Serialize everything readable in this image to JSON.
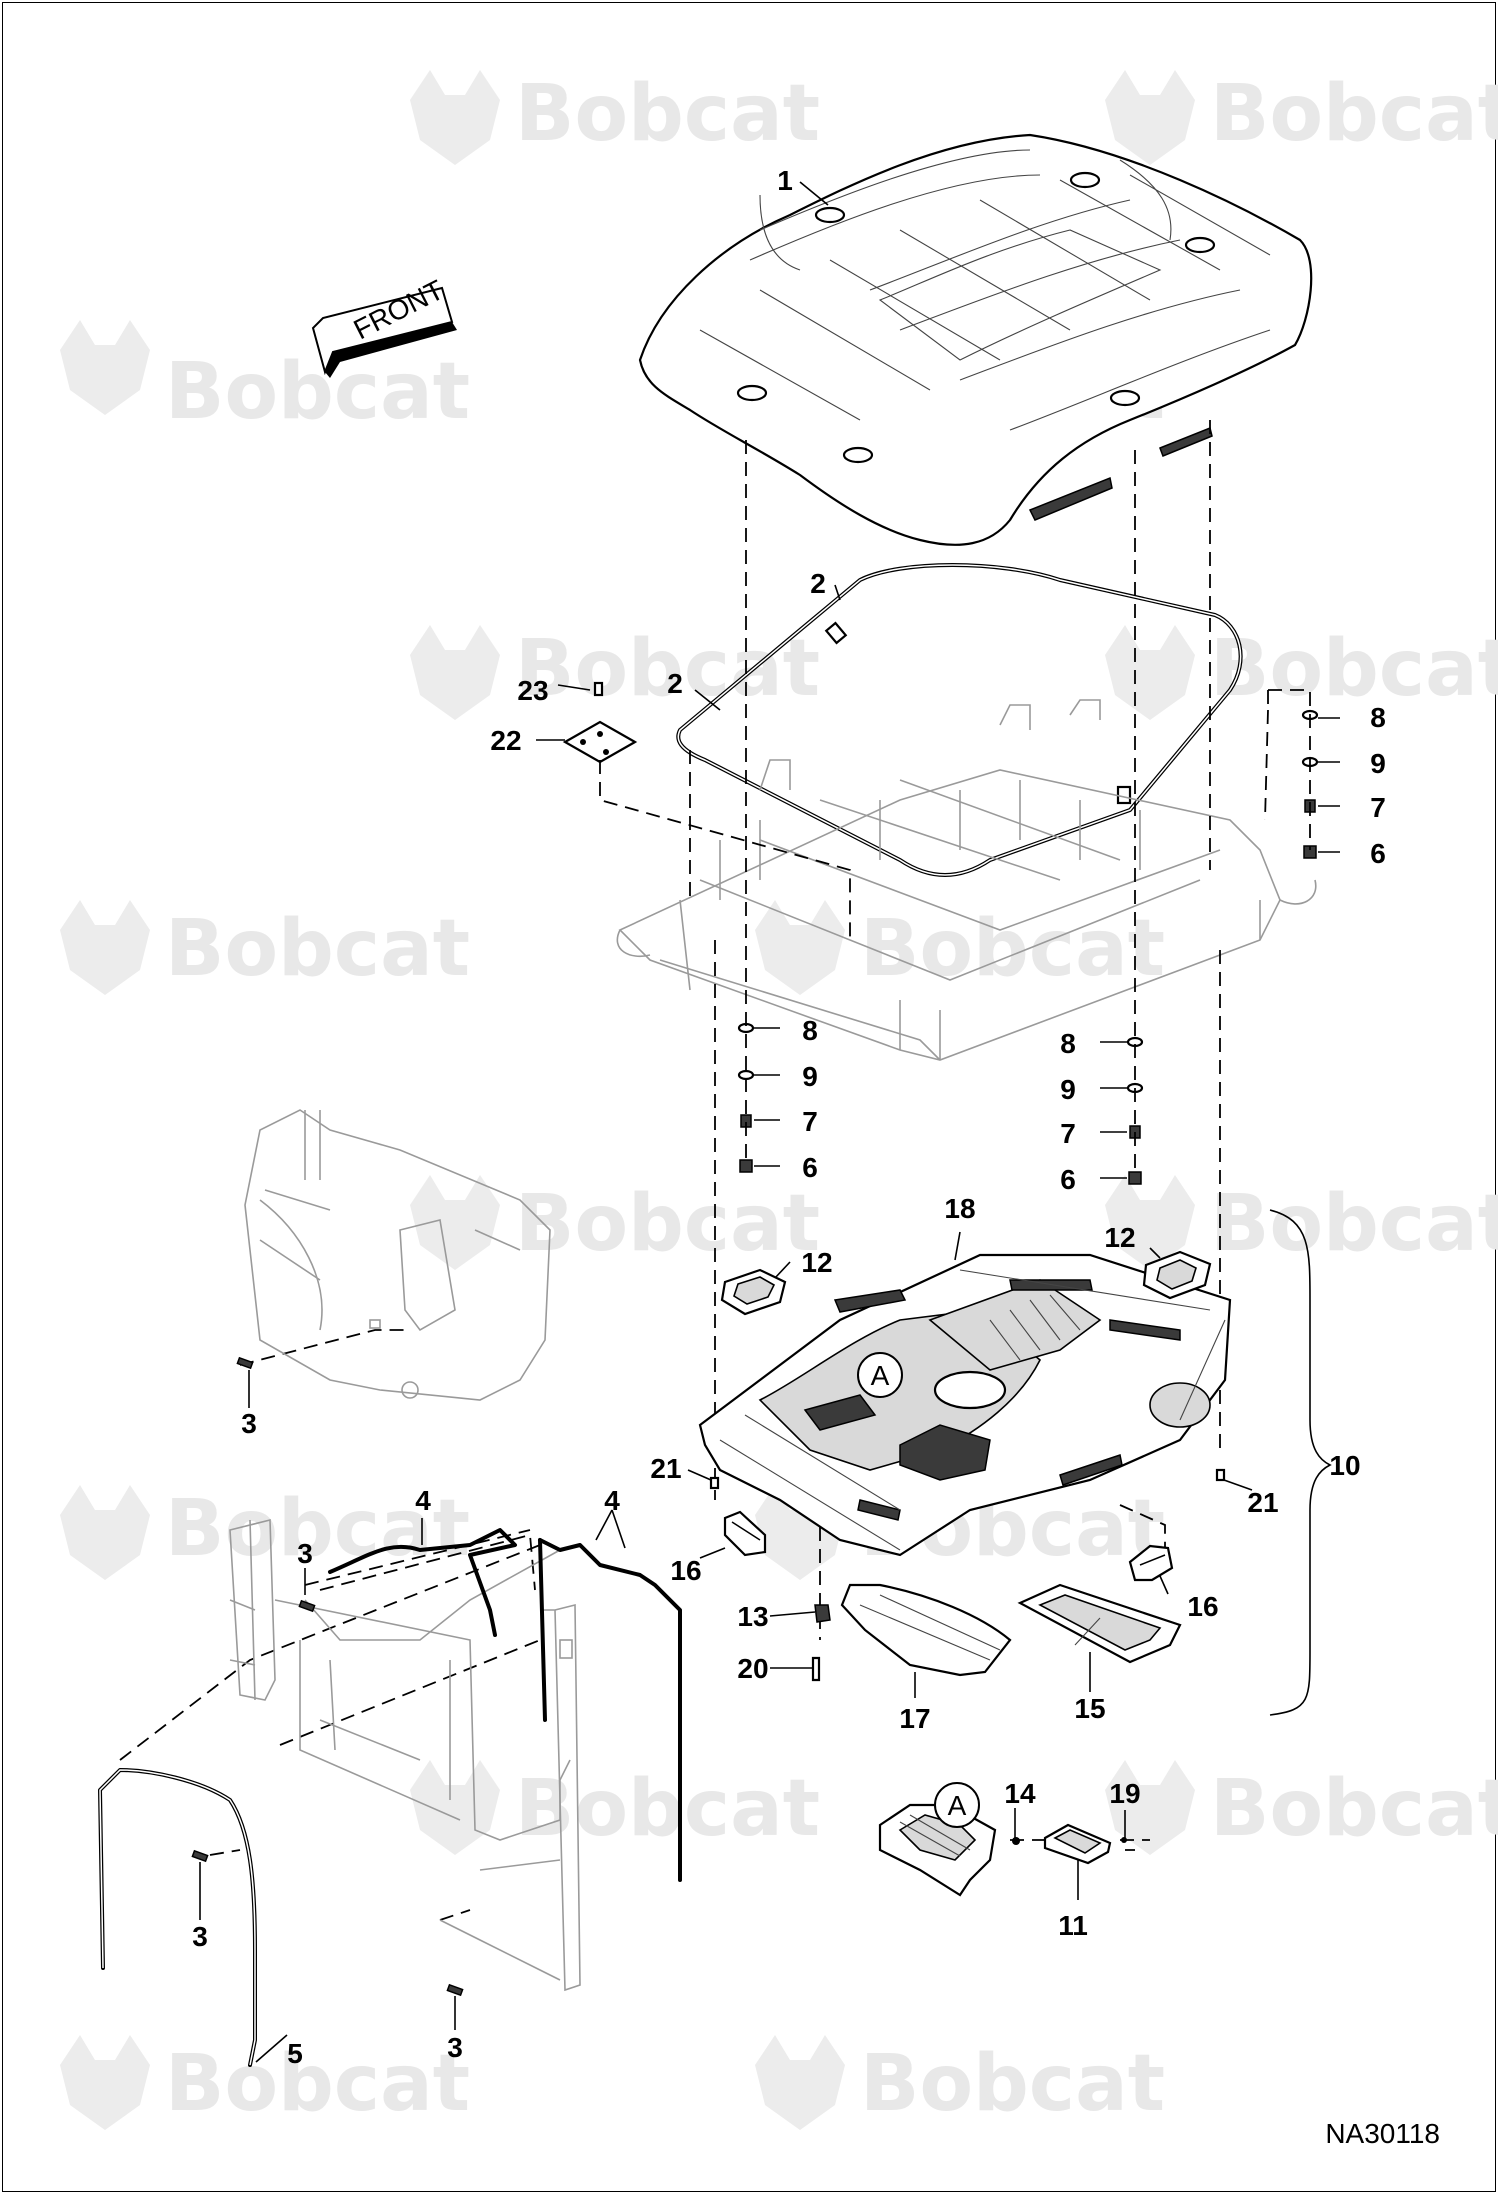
{
  "watermark": {
    "brand": "Bobcat"
  },
  "direction_arrow": {
    "label": "FRONT"
  },
  "drawing_number": "NA30118",
  "detail_marker": "A",
  "callouts": {
    "c1": "1",
    "c2a": "2",
    "c2b": "2",
    "c3a": "3",
    "c3b": "3",
    "c3c": "3",
    "c3d": "3",
    "c4a": "4",
    "c4b": "4",
    "c5": "5",
    "c6a": "6",
    "c6b": "6",
    "c6c": "6",
    "c7a": "7",
    "c7b": "7",
    "c7c": "7",
    "c8a": "8",
    "c8b": "8",
    "c8c": "8",
    "c9a": "9",
    "c9b": "9",
    "c9c": "9",
    "c10": "10",
    "c11": "11",
    "c12a": "12",
    "c12b": "12",
    "c13": "13",
    "c14": "14",
    "c15": "15",
    "c16a": "16",
    "c16b": "16",
    "c17": "17",
    "c18": "18",
    "c19": "19",
    "c20": "20",
    "c21a": "21",
    "c21b": "21",
    "c22": "22",
    "c23": "23"
  }
}
